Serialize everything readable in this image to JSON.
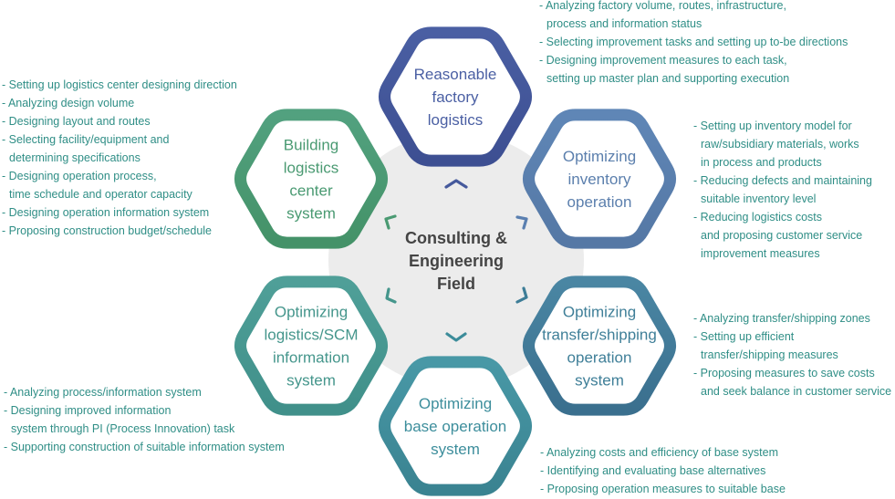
{
  "center": {
    "lines": [
      "Consulting &",
      "Engineering",
      "Field"
    ]
  },
  "hexagons": [
    {
      "id": "reasonable-factory-logistics",
      "lines": [
        "Reasonable",
        "factory",
        "logistics"
      ],
      "color": "#4a5fa3"
    },
    {
      "id": "optimizing-inventory-operation",
      "lines": [
        "Optimizing",
        "inventory",
        "operation"
      ],
      "color": "#5b7fad"
    },
    {
      "id": "optimizing-transfer-shipping",
      "lines": [
        "Optimizing",
        "transfer/shipping",
        "operation",
        "system"
      ],
      "color": "#3f7f98"
    },
    {
      "id": "optimizing-base-operation",
      "lines": [
        "Optimizing",
        "base operation",
        "system"
      ],
      "color": "#3d8e9c"
    },
    {
      "id": "optimizing-logistics-scm",
      "lines": [
        "Optimizing",
        "logistics/SCM",
        "information",
        "system"
      ],
      "color": "#45968c"
    },
    {
      "id": "building-logistics-center",
      "lines": [
        "Building",
        "logistics",
        "center",
        "system"
      ],
      "color": "#4a9a72"
    }
  ],
  "descriptions": [
    {
      "id": "desc-top",
      "lines": [
        {
          "t": "- Analyzing factory volume, routes, infrastructure,",
          "i": false
        },
        {
          "t": "process and information status",
          "i": true
        },
        {
          "t": "- Selecting improvement tasks and setting up to-be directions",
          "i": false
        },
        {
          "t": "- Designing improvement measures to each task,",
          "i": false
        },
        {
          "t": "setting up master plan and supporting execution",
          "i": true
        }
      ]
    },
    {
      "id": "desc-inventory",
      "lines": [
        {
          "t": "- Setting up inventory model for",
          "i": false
        },
        {
          "t": "raw/subsidiary materials, works",
          "i": true
        },
        {
          "t": "in process and products",
          "i": true
        },
        {
          "t": "- Reducing defects and maintaining",
          "i": false
        },
        {
          "t": "suitable inventory level",
          "i": true
        },
        {
          "t": "- Reducing logistics costs",
          "i": false
        },
        {
          "t": "and proposing  customer service",
          "i": true
        },
        {
          "t": "improvement measures",
          "i": true
        }
      ]
    },
    {
      "id": "desc-transfer",
      "lines": [
        {
          "t": "- Analyzing transfer/shipping zones",
          "i": false
        },
        {
          "t": "- Setting up efficient",
          "i": false
        },
        {
          "t": "transfer/shipping measures",
          "i": true
        },
        {
          "t": "- Proposing measures to save costs",
          "i": false
        },
        {
          "t": "and seek balance in customer service",
          "i": true
        }
      ]
    },
    {
      "id": "desc-base",
      "lines": [
        {
          "t": "- Analyzing costs and efficiency of base system",
          "i": false
        },
        {
          "t": "- Identifying and evaluating base alternatives",
          "i": false
        },
        {
          "t": "- Proposing operation measures to suitable base",
          "i": false
        }
      ]
    },
    {
      "id": "desc-scm",
      "lines": [
        {
          "t": "- Analyzing process/information system",
          "i": false
        },
        {
          "t": "- Designing improved information",
          "i": false
        },
        {
          "t": "system through PI (Process Innovation) task",
          "i": true
        },
        {
          "t": "- Supporting construction of suitable information system",
          "i": false
        }
      ]
    },
    {
      "id": "desc-center",
      "lines": [
        {
          "t": "- Setting up logistics center designing direction",
          "i": false
        },
        {
          "t": "- Analyzing design volume",
          "i": false
        },
        {
          "t": "- Designing layout and routes",
          "i": false
        },
        {
          "t": "- Selecting facility/equipment and",
          "i": false
        },
        {
          "t": "determining specifications",
          "i": true
        },
        {
          "t": "- Designing operation process,",
          "i": false
        },
        {
          "t": "time schedule and operator capacity",
          "i": true
        },
        {
          "t": "- Designing operation information system",
          "i": false
        },
        {
          "t": "- Proposing construction budget/schedule",
          "i": false
        }
      ]
    }
  ]
}
